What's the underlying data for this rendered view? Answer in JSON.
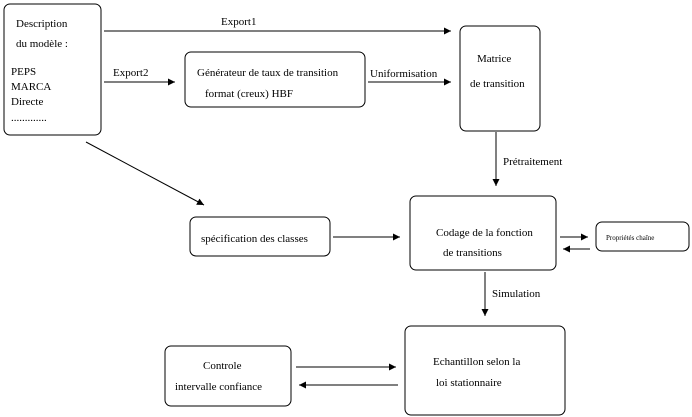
{
  "nodes": {
    "description": {
      "lines": [
        "Description",
        "du modèle :",
        "PEPS",
        "MARCA",
        "Directe",
        "............."
      ]
    },
    "generateur": {
      "lines": [
        "Générateur de taux de transition",
        "format (creux) HBF"
      ]
    },
    "matrice": {
      "lines": [
        "Matrice",
        "de transition"
      ]
    },
    "specification": {
      "lines": [
        "spécification des classes"
      ]
    },
    "codage": {
      "lines": [
        "Codage de la fonction",
        "de transitions"
      ]
    },
    "proprietes": {
      "lines": [
        "Propriétés chaîne"
      ]
    },
    "controle": {
      "lines": [
        "Controle",
        "intervalle confiance"
      ]
    },
    "echantillon": {
      "lines": [
        "Echantillon selon la",
        "loi stationnaire"
      ]
    }
  },
  "edges": {
    "export1": "Export1",
    "export2": "Export2",
    "uniformisation": "Uniformisation",
    "pretraitement": "Prétraitement",
    "simulation": "Simulation"
  }
}
